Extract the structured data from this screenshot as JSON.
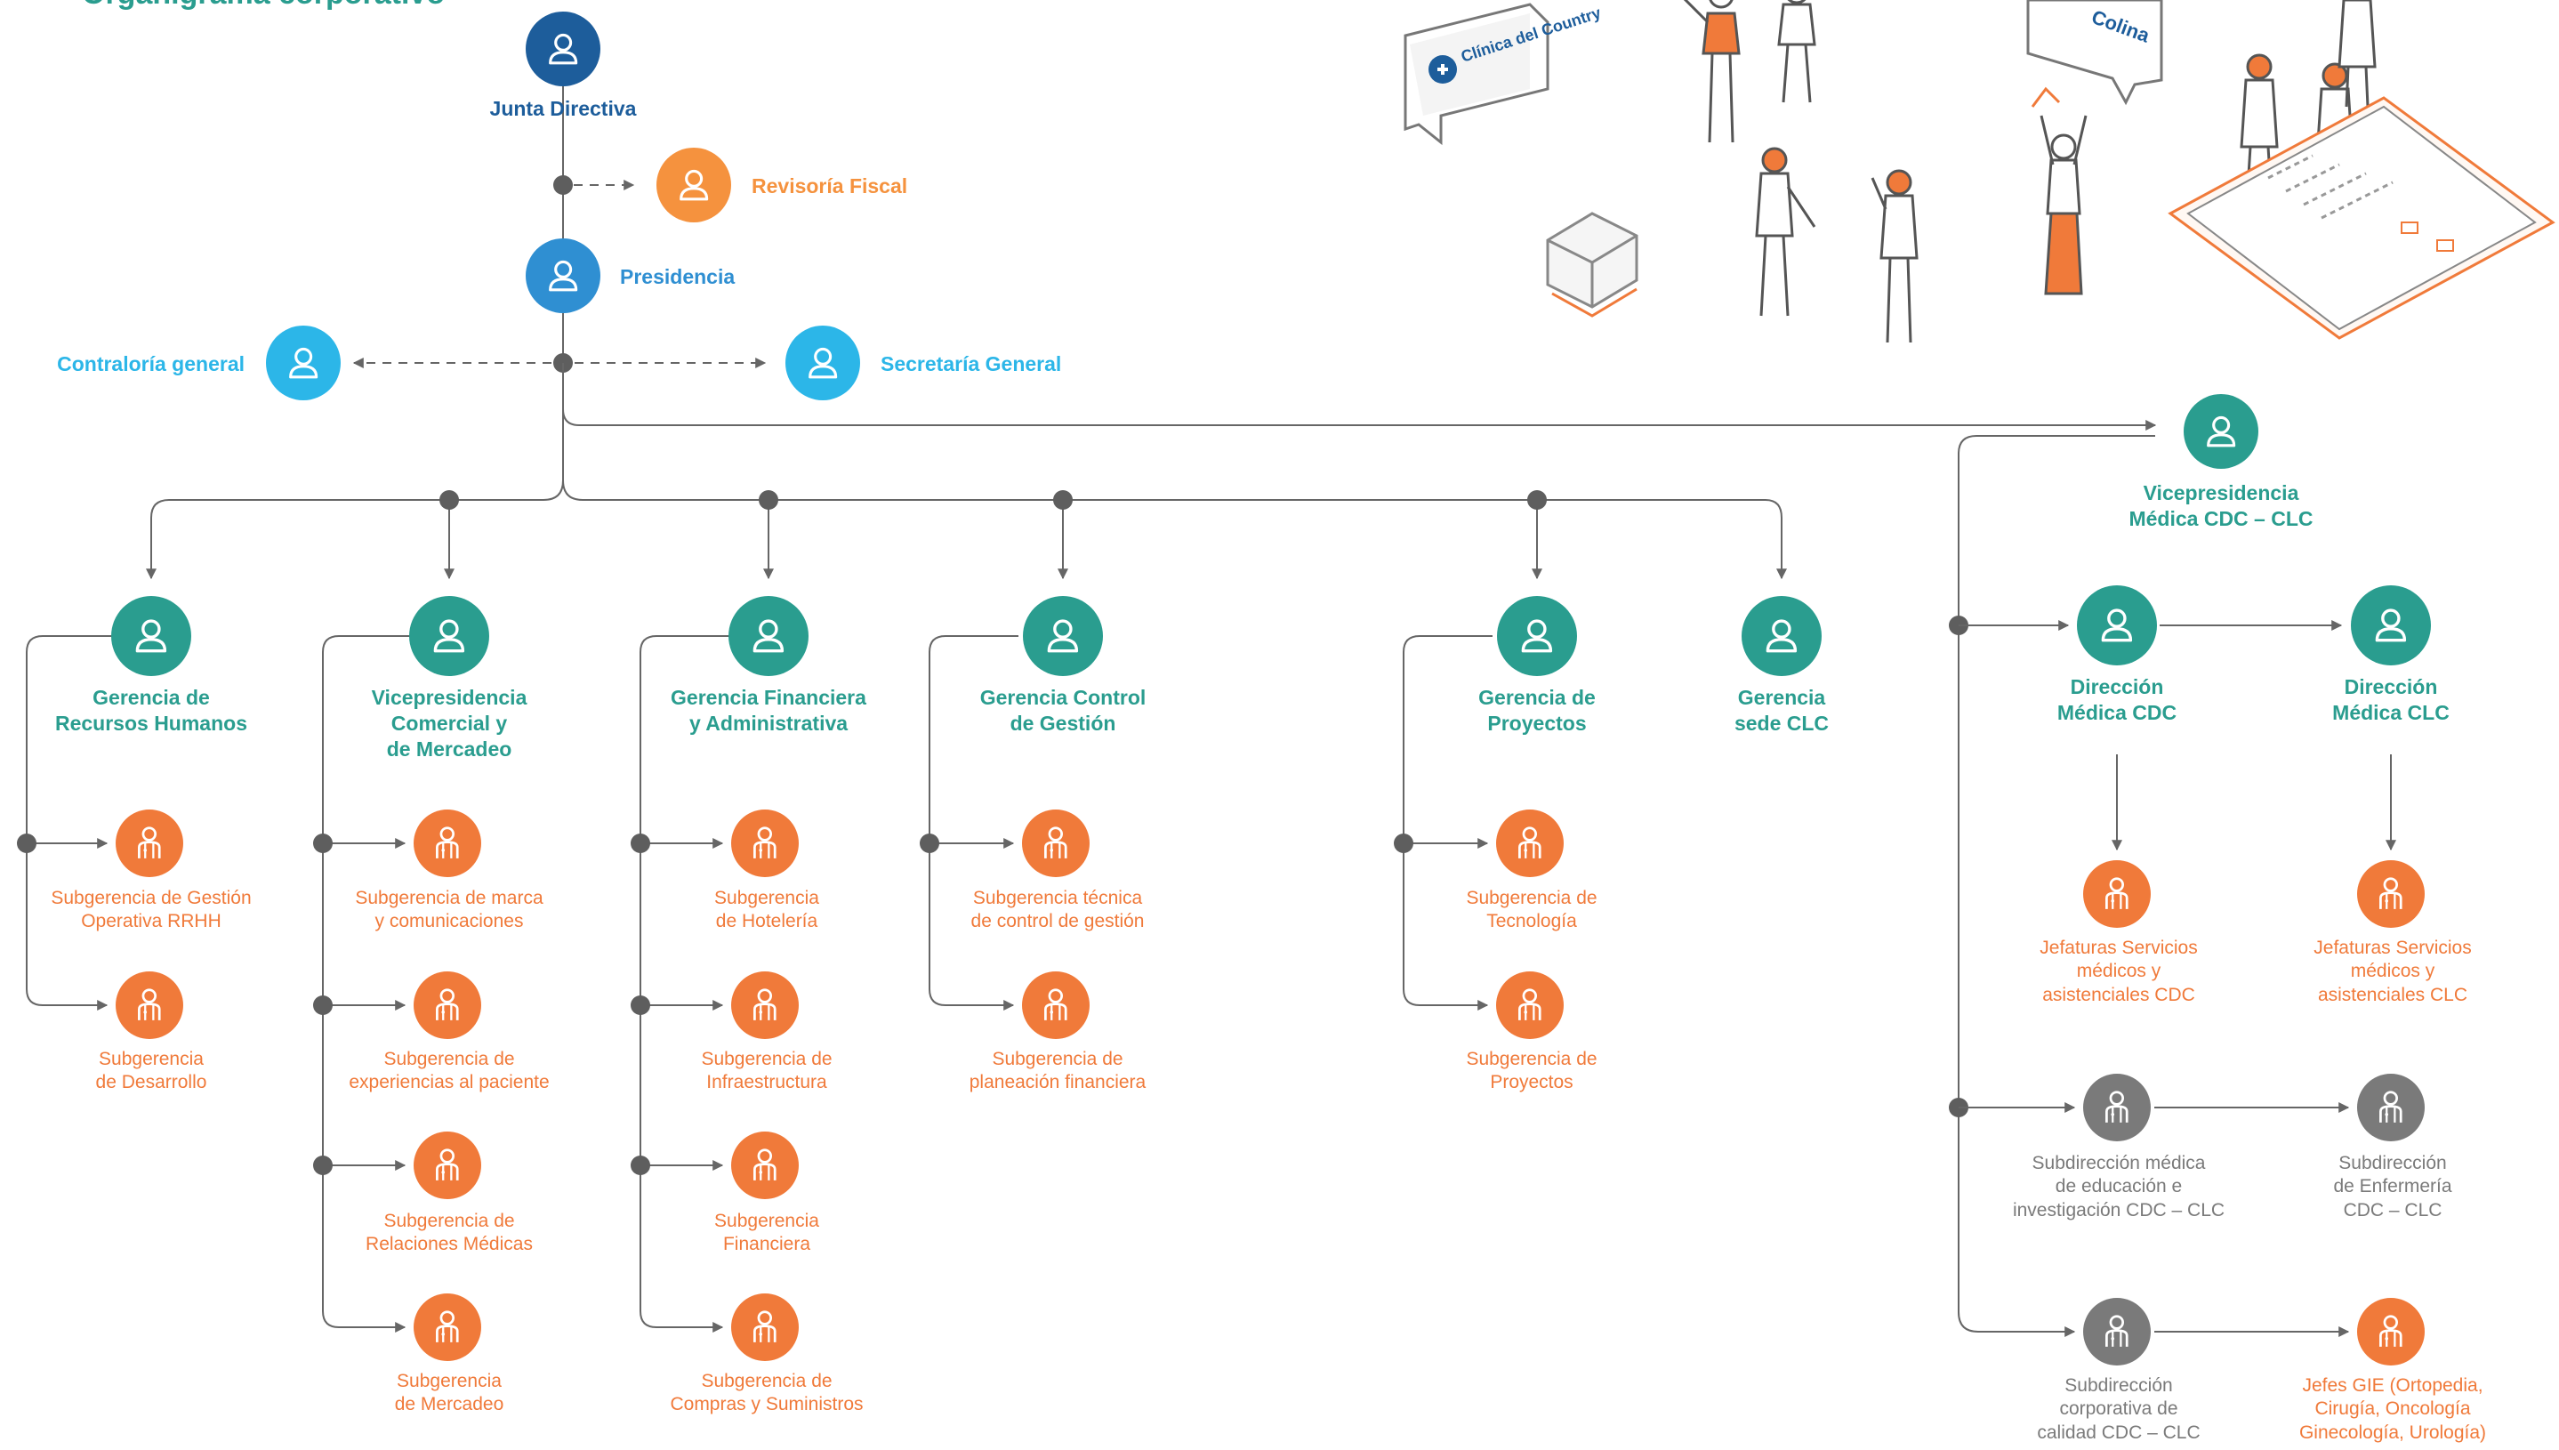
{
  "title": "Organigrama corporativo",
  "colors": {
    "navy": "#1d5d9b",
    "blue": "#2f8fd2",
    "cyan": "#2cb6e8",
    "teal": "#2a9d8f",
    "orange": "#f07a3a",
    "light_orange": "#f5923e",
    "gray": "#7a7a7a",
    "line": "#666666",
    "dot": "#5e5e5e"
  },
  "icons": {
    "person": "person-outline-icon",
    "staff": "staff-person-icon"
  },
  "illustration": {
    "bubble_left": "Clínica del Country",
    "bubble_right": "Colina"
  },
  "nodes": {
    "junta": "Junta Directiva",
    "revisoria": "Revisoría Fiscal",
    "presidencia": "Presidencia",
    "contraloria": "Contraloría general",
    "secretaria": "Secretaría General",
    "vp_medica": "Vicepresidencia\nMédica CDC – CLC",
    "g_rrhh": "Gerencia de\nRecursos Humanos",
    "vp_comercial": "Vicepresidencia\nComercial y\nde Mercadeo",
    "g_financiera": "Gerencia Financiera\ny Administrativa",
    "g_control": "Gerencia Control\nde Gestión",
    "g_proyectos": "Gerencia de\nProyectos",
    "g_sede": "Gerencia\nsede CLC",
    "dir_cdc": "Dirección\nMédica CDC",
    "dir_clc": "Dirección\nMédica CLC",
    "sg_gestion_rrhh": "Subgerencia de Gestión\nOperativa RRHH",
    "sg_desarrollo": "Subgerencia\nde Desarrollo",
    "sg_marca": "Subgerencia de marca\ny comunicaciones",
    "sg_experiencias": "Subgerencia de\nexperiencias al paciente",
    "sg_relaciones": "Subgerencia de\nRelaciones Médicas",
    "sg_mercadeo": "Subgerencia\nde Mercadeo",
    "sg_hoteleria": "Subgerencia\nde Hotelería",
    "sg_infra": "Subgerencia de\nInfraestructura",
    "sg_financiera": "Subgerencia\nFinanciera",
    "sg_compras": "Subgerencia de\nCompras y Suministros",
    "sg_tecnica": "Subgerencia técnica\nde control de gestión",
    "sg_planeacion": "Subgerencia de\nplaneación financiera",
    "sg_tecnologia": "Subgerencia de\nTecnología",
    "sg_proyectos": "Subgerencia de\nProyectos",
    "jef_cdc": "Jefaturas Servicios\nmédicos y\nasistenciales CDC",
    "jef_clc": "Jefaturas Servicios\nmédicos y\nasistenciales CLC",
    "sub_educacion": "Subdirección médica\nde educación e\ninvestigación CDC – CLC",
    "sub_enfermeria": "Subdirección\nde Enfermería\nCDC – CLC",
    "sub_calidad": "Subdirección\ncorporativa de\ncalidad CDC – CLC",
    "jefes_gie": "Jefes GIE (Ortopedia,\nCirugía, Oncología\nGinecología, Urología)"
  }
}
